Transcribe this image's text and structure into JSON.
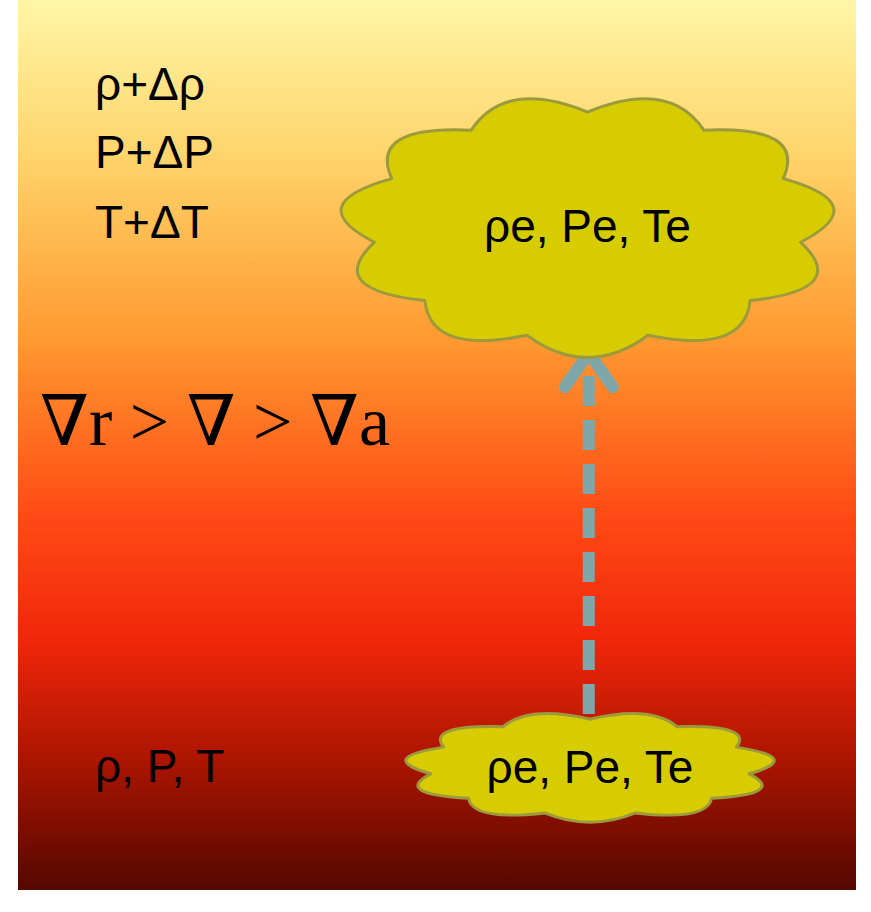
{
  "diagram": {
    "nodes": [
      {
        "text": [
          "ρe, Pe, Te"
        ]
      },
      {
        "text": [
          "ρe, Pe, Te"
        ]
      }
    ],
    "edges": [
      {
        "from": 1,
        "to": 0,
        "arrow": "to"
      }
    ],
    "labels": [
      "ρ+Δρ",
      "P+ΔP",
      "T+ΔT",
      "∇r > ∇ > ∇a",
      "ρ, P, T"
    ]
  }
}
